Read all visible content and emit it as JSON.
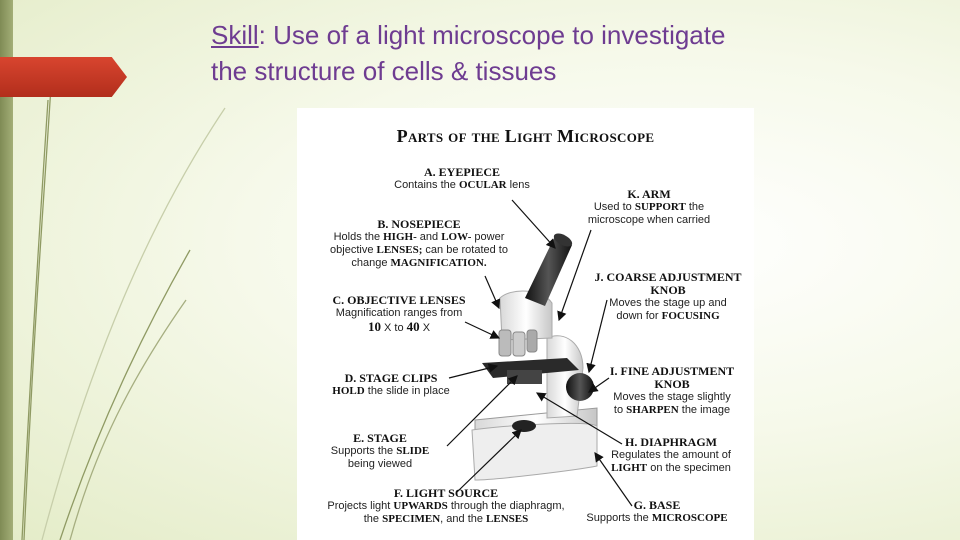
{
  "slide": {
    "title_skill": "Skill",
    "title_rest_line1": ": Use of a light microscope to investigate",
    "title_line2": "the structure of cells & tissues"
  },
  "figure": {
    "heading": "Parts of the Light Microscope",
    "labels": {
      "a": {
        "head": "A. EYEPIECE",
        "l1a": "Contains the ",
        "l1b": "OCULAR",
        "l1c": " lens"
      },
      "k": {
        "head": "K. ARM",
        "l1a": "Used to ",
        "l1b": "SUPPORT",
        "l1c": " the",
        "l2": "microscope when carried"
      },
      "b": {
        "head": "B. NOSEPIECE",
        "l1a": "Holds the ",
        "l1b": "HIGH-",
        "l1c": " and ",
        "l1d": "LOW-",
        "l1e": " power",
        "l2a": "objective ",
        "l2b": "LENSES;",
        "l2c": "  can be rotated to",
        "l3a": "change ",
        "l3b": "MAGNIFICATION."
      },
      "j": {
        "head1": "J. COARSE ADJUSTMENT",
        "head2": "KNOB",
        "l1": "Moves the stage up and",
        "l2a": "down for ",
        "l2b": "FOCUSING"
      },
      "c": {
        "head": "C. OBJECTIVE LENSES",
        "l1": "Magnification ranges from",
        "l2a": "10",
        "l2b": " X to ",
        "l2c": "40",
        "l2d": " X"
      },
      "i": {
        "head1": "I. FINE ADJUSTMENT",
        "head2": "KNOB",
        "l1": "Moves the stage slightly",
        "l2a": "to ",
        "l2b": "SHARPEN",
        "l2c": " the image"
      },
      "d": {
        "head": "D. STAGE CLIPS",
        "l1a": "HOLD",
        "l1b": " the slide in place"
      },
      "e": {
        "head": "E. STAGE",
        "l1a": "Supports the ",
        "l1b": "SLIDE",
        "l2": "being viewed"
      },
      "h": {
        "head": "H. DIAPHRAGM",
        "l1": "Regulates the amount of",
        "l2a": "LIGHT",
        "l2b": " on the specimen"
      },
      "f": {
        "head": "F. LIGHT SOURCE",
        "l1a": "Projects light ",
        "l1b": "UPWARDS",
        "l1c": " through the diaphragm,",
        "l2a": "the ",
        "l2b": "SPECIMEN",
        "l2c": ", and the ",
        "l2d": "LENSES"
      },
      "g": {
        "head": "G. BASE",
        "l1a": "Supports the ",
        "l1b": "MICROSCOPE"
      }
    }
  },
  "colors": {
    "title": "#6e3c91",
    "accent_arrow": "#c93a25",
    "left_bar": "#8e9a62"
  }
}
